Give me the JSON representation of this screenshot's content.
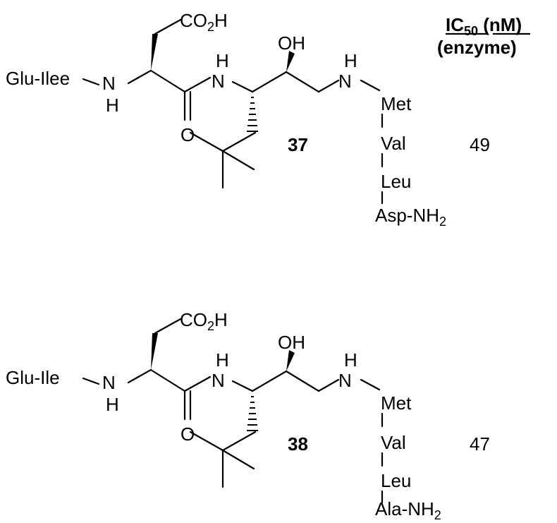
{
  "header": {
    "ic50_label": "IC",
    "ic50_sub": "50",
    "ic50_unit": "(nM)",
    "assay": "(enzyme)"
  },
  "compounds": [
    {
      "id": "37",
      "ic50": "49",
      "n_cap": "Glu-Ilee",
      "side_acid": "CO",
      "side_acid_sub": "2",
      "side_acid_h": "H",
      "hydroxyl": "OH",
      "nh_n": "N",
      "nh_h": "H",
      "carbonyl_o": "O",
      "chain": [
        "Met",
        "Val",
        "Leu"
      ],
      "c_term": "Asp-NH",
      "c_term_sub": "2"
    },
    {
      "id": "38",
      "ic50": "47",
      "n_cap": "Glu-Ile",
      "side_acid": "CO",
      "side_acid_sub": "2",
      "side_acid_h": "H",
      "hydroxyl": "OH",
      "nh_n": "N",
      "nh_h": "H",
      "carbonyl_o": "O",
      "chain": [
        "Met",
        "Val",
        "Leu"
      ],
      "c_term": "Ala-NH",
      "c_term_sub": "2"
    }
  ],
  "colors": {
    "ink": "#000000",
    "background": "#ffffff"
  }
}
